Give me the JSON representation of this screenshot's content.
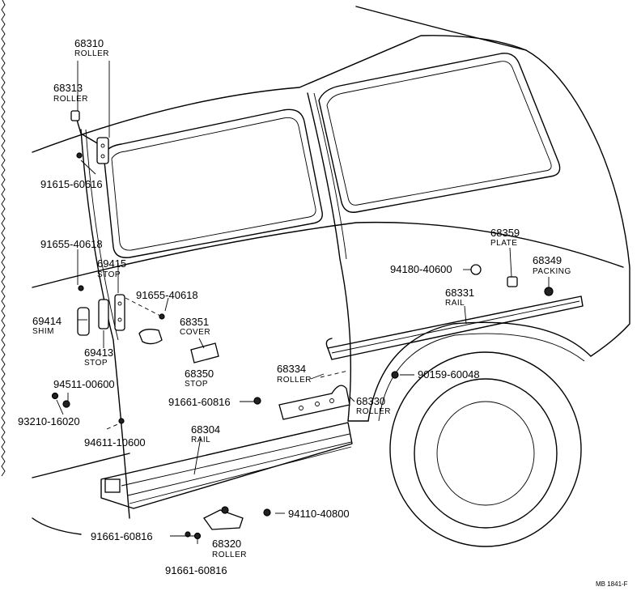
{
  "diagram": {
    "code": "MB 1841-F",
    "parts": {
      "p68310": {
        "num": "68310",
        "name": "ROLLER"
      },
      "p68313": {
        "num": "68313",
        "name": "ROLLER"
      },
      "p91615": {
        "num": "91615-60616"
      },
      "p91655a": {
        "num": "91655-40618"
      },
      "p69415": {
        "num": "69415",
        "name": "STOP"
      },
      "p91655b": {
        "num": "91655-40618"
      },
      "p69414": {
        "num": "69414",
        "name": "SHIM"
      },
      "p68351": {
        "num": "68351",
        "name": "COVER"
      },
      "p69413": {
        "num": "69413",
        "name": "STOP"
      },
      "p68350": {
        "num": "68350",
        "name": "STOP"
      },
      "p94511": {
        "num": "94511-00600"
      },
      "p93210": {
        "num": "93210-16020"
      },
      "p94611": {
        "num": "94611-10600"
      },
      "p68304": {
        "num": "68304",
        "name": "RAIL"
      },
      "p91661a": {
        "num": "91661-60816"
      },
      "p91661b": {
        "num": "91661-60816"
      },
      "p91661c": {
        "num": "91661-60816"
      },
      "p68320": {
        "num": "68320",
        "name": "ROLLER"
      },
      "p94110": {
        "num": "94110-40800"
      },
      "p68334": {
        "num": "68334",
        "name": "ROLLER"
      },
      "p68330": {
        "num": "68330",
        "name": "ROLLER"
      },
      "p90159": {
        "num": "90159-60048"
      },
      "p94180": {
        "num": "94180-40600"
      },
      "p68359": {
        "num": "68359",
        "name": "PLATE"
      },
      "p68349": {
        "num": "68349",
        "name": "PACKING"
      },
      "p68331": {
        "num": "68331",
        "name": "RAIL"
      }
    }
  }
}
